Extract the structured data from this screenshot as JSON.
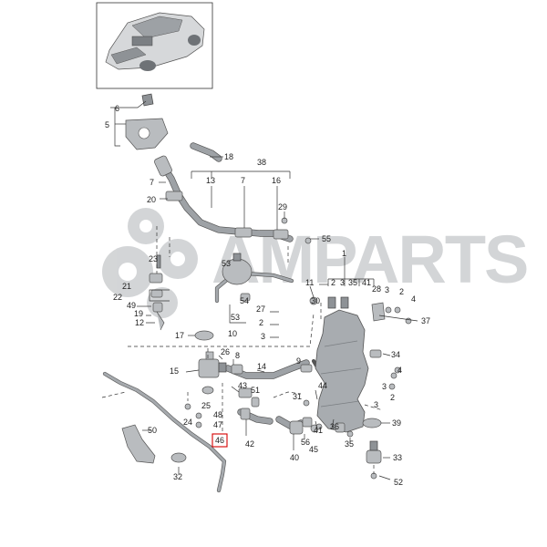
{
  "watermark": {
    "text": "AMPARTS"
  },
  "thumbnail": {
    "icon": "car-rear-view-icon"
  },
  "highlighted_part": "46",
  "labels": {
    "l1": "1",
    "l2": "2",
    "l3": "3",
    "l4": "4",
    "l5": "5",
    "l6": "6",
    "l7": "7",
    "l7b": "7",
    "l8": "8",
    "l9": "9",
    "l10": "10",
    "l11": "11",
    "l12": "12",
    "l13": "13",
    "l14": "14",
    "l15": "15",
    "l16": "16",
    "l17": "17",
    "l18": "18",
    "l19": "19",
    "l20": "20",
    "l21": "21",
    "l22": "22",
    "l23": "23",
    "l24": "24",
    "l25": "25",
    "l26": "26",
    "l27": "27",
    "l28": "28",
    "l29": "29",
    "l30": "30",
    "l31": "31",
    "l32": "32",
    "l33": "33",
    "l34": "34",
    "l35": "35",
    "l36": "36",
    "l37": "37",
    "l38": "38",
    "l39": "39",
    "l40": "40",
    "l41": "41",
    "l42": "42",
    "l43": "43",
    "l44": "44",
    "l45": "45",
    "l46": "46",
    "l47": "47",
    "l48": "48",
    "l49": "49",
    "l50": "50",
    "l51": "51",
    "l52": "52",
    "l53": "53",
    "l54": "54",
    "l55": "55",
    "l56": "56",
    "r2a": "2",
    "r2b": "2",
    "r2c": "2",
    "r2d": "2",
    "r3a": "3",
    "r3b": "3",
    "r3c": "3",
    "r3d": "3",
    "r4a": "4",
    "r4b": "4",
    "r35": "35",
    "r41": "41"
  }
}
